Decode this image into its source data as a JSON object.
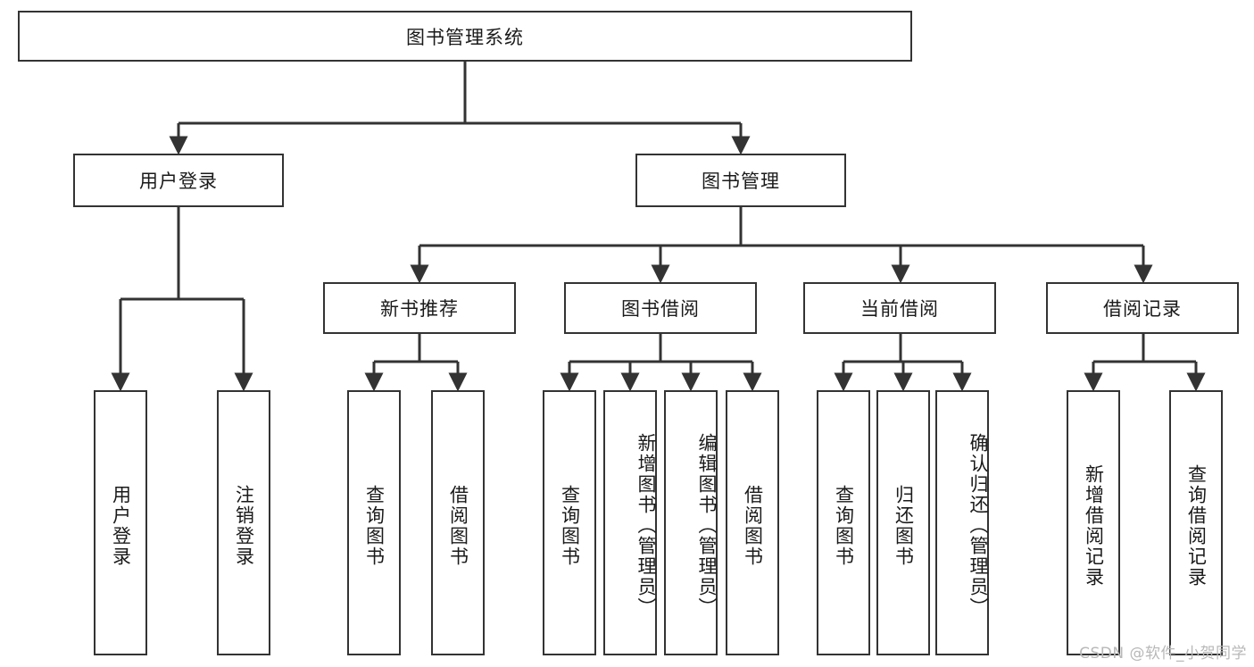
{
  "diagram": {
    "title": "图书管理系统",
    "type": "hierarchy-tree",
    "root": {
      "label": "图书管理系统"
    },
    "level1": [
      {
        "label": "用户登录"
      },
      {
        "label": "图书管理"
      }
    ],
    "level2": [
      {
        "label": "新书推荐"
      },
      {
        "label": "图书借阅"
      },
      {
        "label": "当前借阅"
      },
      {
        "label": "借阅记录"
      }
    ],
    "leaves": {
      "user_login": [
        {
          "label": "用户登录"
        },
        {
          "label": "注销登录"
        }
      ],
      "new_book_recommend": [
        {
          "label": "查询图书"
        },
        {
          "label": "借阅图书"
        }
      ],
      "book_borrow": [
        {
          "label": "查询图书"
        },
        {
          "label": "新增图书（管理员）"
        },
        {
          "label": "编辑图书（管理员）"
        },
        {
          "label": "借阅图书"
        }
      ],
      "current_borrow": [
        {
          "label": "查询图书"
        },
        {
          "label": "归还图书"
        },
        {
          "label": "确认归还（管理员）"
        }
      ],
      "borrow_record": [
        {
          "label": "新增借阅记录"
        },
        {
          "label": "查询借阅记录"
        }
      ]
    }
  },
  "watermark": {
    "text": "CSDN @软件_小贺同学"
  },
  "colors": {
    "border": "#333333",
    "background": "#ffffff",
    "text": "#1a1a1a",
    "watermark": "#b8b8b8"
  }
}
